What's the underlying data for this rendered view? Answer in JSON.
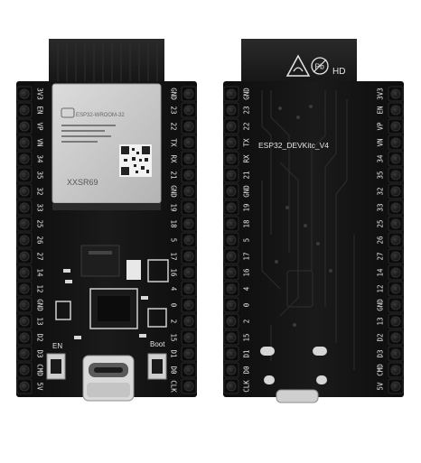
{
  "scene": {
    "background": "#ffffff",
    "pcb_color": "#141414",
    "module_color": "#c9c9c9",
    "antenna_color": "#1c1c1c",
    "silk_color": "#e6e6e6"
  },
  "front_board": {
    "left_pins": [
      "3V3",
      "EN",
      "VP",
      "VN",
      "34",
      "35",
      "32",
      "33",
      "25",
      "26",
      "27",
      "14",
      "12",
      "GND",
      "13",
      "D2",
      "D3",
      "CMD",
      "5V"
    ],
    "right_pins": [
      "GND",
      "23",
      "22",
      "TX",
      "RX",
      "21",
      "GND",
      "19",
      "18",
      "5",
      "17",
      "16",
      "4",
      "0",
      "2",
      "15",
      "D1",
      "D0",
      "CLK"
    ],
    "module_label_brand": "ESP32-WROOM-32",
    "module_label_code": "XXSR69",
    "button_left_label": "EN",
    "button_right_label": "Boot",
    "connector": "usb-c"
  },
  "back_board": {
    "board_label": "ESP32_DEVKitc_V4",
    "hd_label": "HD",
    "pb_label": "Pb",
    "left_pins": [
      "GND",
      "23",
      "22",
      "TX",
      "RX",
      "21",
      "GND",
      "19",
      "18",
      "5",
      "17",
      "16",
      "4",
      "0",
      "2",
      "15",
      "D1",
      "D0",
      "CLK"
    ],
    "right_pins": [
      "3V3",
      "EN",
      "VP",
      "VN",
      "34",
      "35",
      "32",
      "33",
      "25",
      "26",
      "27",
      "14",
      "12",
      "GND",
      "13",
      "D2",
      "D3",
      "CMD",
      "5V"
    ]
  }
}
